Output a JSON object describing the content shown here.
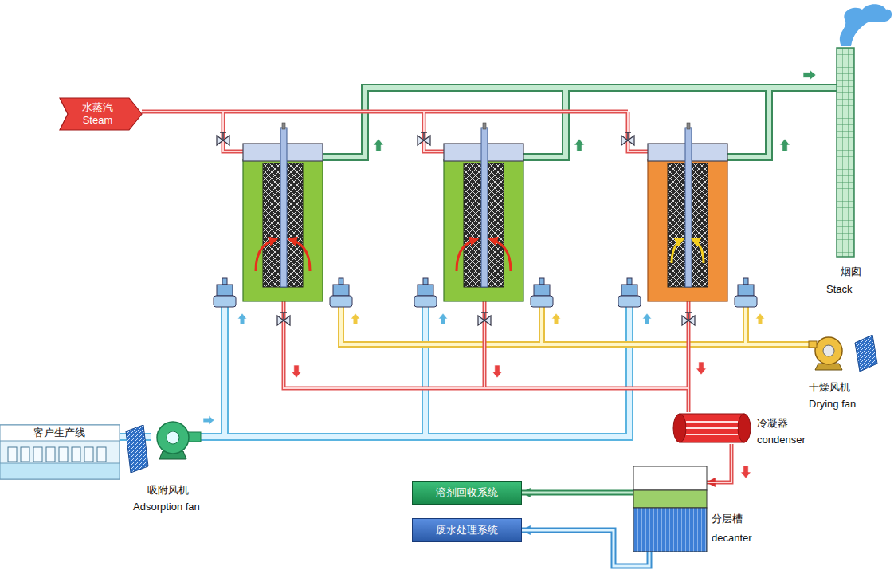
{
  "diagram": {
    "nodes": [
      {
        "text": [
          "水蒸汽",
          "Steam"
        ]
      },
      {
        "text": [
          "烟囱",
          "Stack"
        ]
      },
      {
        "text": [
          "干燥风机",
          "Drying fan"
        ]
      },
      {
        "text": [
          "客户生产线"
        ]
      },
      {
        "text": [
          "吸附风机",
          "Adsorption fan"
        ]
      },
      {
        "text": [
          "冷凝器",
          "condenser"
        ]
      },
      {
        "text": [
          "溶剂回收系统"
        ]
      },
      {
        "text": [
          "分层槽",
          "decanter"
        ]
      },
      {
        "text": [
          "废水处理系统"
        ]
      }
    ],
    "edges": [
      {
        "from": 3,
        "to": 4,
        "arrow": "none"
      },
      {
        "from": 5,
        "to": 7,
        "arrow": "to"
      },
      {
        "from": 7,
        "to": 6,
        "arrow": "to"
      },
      {
        "from": 7,
        "to": 8,
        "arrow": "to"
      }
    ]
  }
}
